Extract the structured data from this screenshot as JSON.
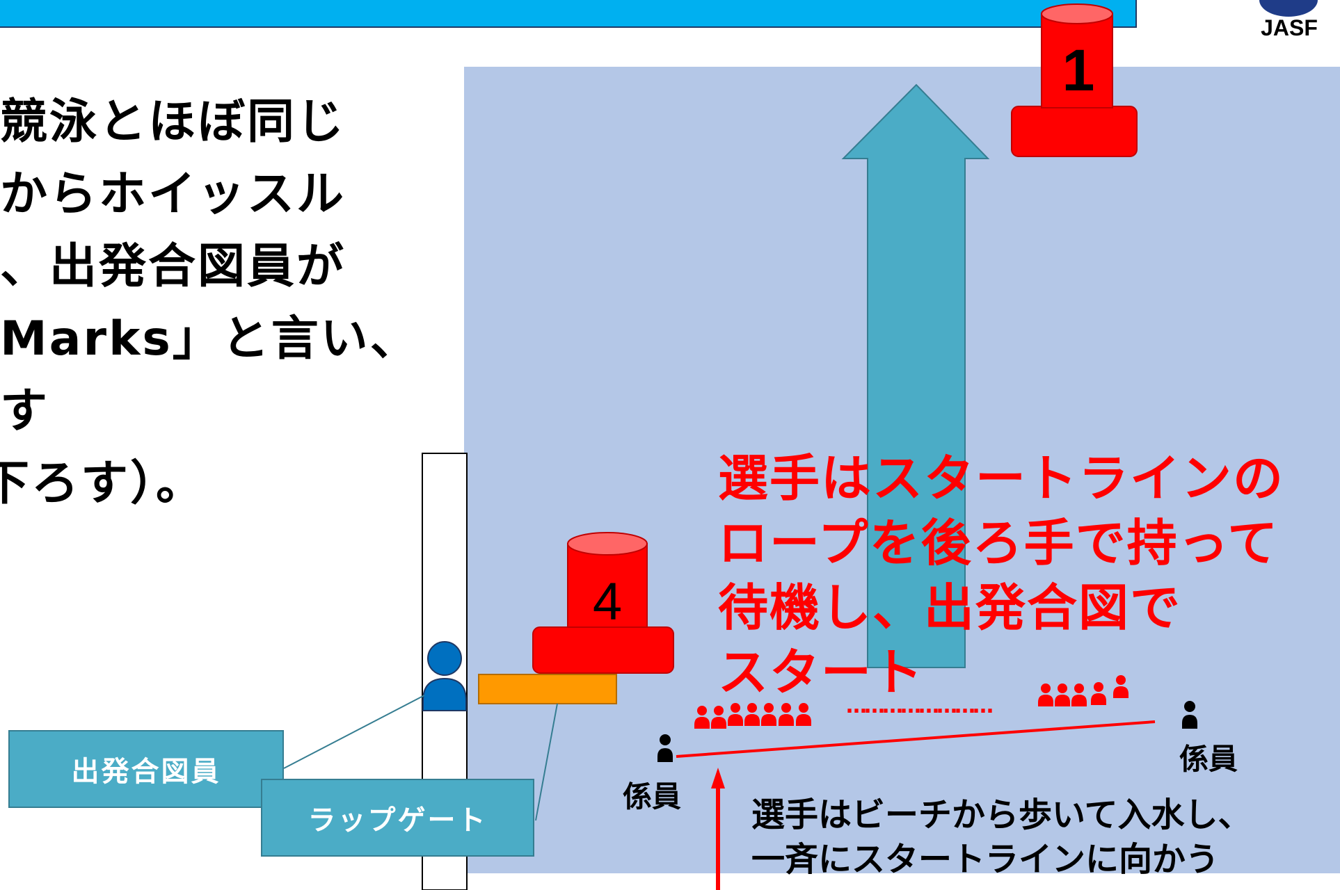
{
  "logo": {
    "text": "JASF"
  },
  "left_text": {
    "lines": [
      "競泳とほぼ同じ",
      "からホイッスル",
      "、出発合図員が",
      "Marks」と言い、",
      "す",
      "下ろす）。"
    ]
  },
  "buoys": {
    "top_number": "1",
    "mid_number": "4"
  },
  "red_note": {
    "lines": [
      "選手はスタートラインの",
      "ロープを後ろ手で持って",
      "待機し、出発合図で",
      "スタート"
    ]
  },
  "labels": {
    "starter": "出発合図員",
    "lap_gate": "ラップゲート",
    "official_left": "係員",
    "official_right": "係員",
    "dots": "……………………"
  },
  "black_note": {
    "lines": [
      "選手はビーチから歩いて入水し、",
      "一斉にスタートラインに向かう"
    ]
  },
  "colors": {
    "title_bar": "#00b0f0",
    "water": "#b4c7e7",
    "arrow": "#4bacc6",
    "buoy": "#ff0000",
    "buoy_top": "#ff6666",
    "starter_person": "#0070c0",
    "gate_platform": "#ff9900",
    "note_red": "#ff0000"
  }
}
